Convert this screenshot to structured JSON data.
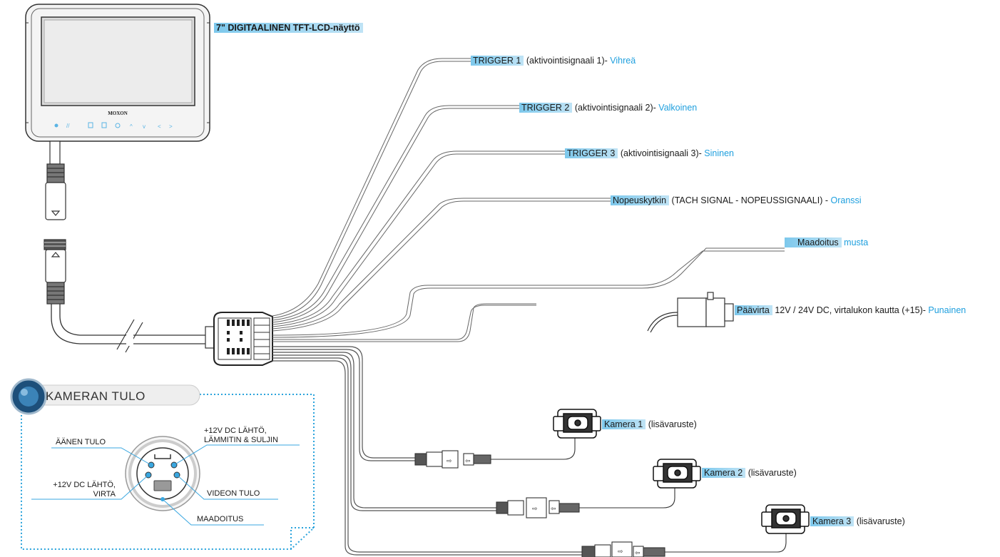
{
  "labels": {
    "display": "7\" DIGITAALINEN TFT-LCD-näyttö",
    "trigger1": {
      "main": "TRIGGER 1",
      "desc": "(aktivointisignaali 1)-",
      "color": "Vihreä"
    },
    "trigger2": {
      "main": "TRIGGER 2",
      "desc": "(aktivointisignaali 2)-",
      "color": "Valkoinen"
    },
    "trigger3": {
      "main": "TRIGGER 3",
      "desc": "(aktivointisignaali 3)-",
      "color": "Sininen"
    },
    "speed": {
      "main": "Nopeuskytkin",
      "desc": "(TACH SIGNAL - NOPEUSSIGNAALI) -",
      "color": "Oranssi"
    },
    "ground": {
      "main": "Maadoitus",
      "color": "musta"
    },
    "power": {
      "main": "Päävirta",
      "desc": "12V / 24V DC, virtalukon kautta (+15)-",
      "color": "Punainen"
    },
    "cam1": {
      "main": "Kamera 1",
      "desc": "(lisävaruste)"
    },
    "cam2": {
      "main": "Kamera 2",
      "desc": "(lisävaruste)"
    },
    "cam3": {
      "main": "Kamera 3",
      "desc": "(lisävaruste)"
    }
  },
  "inset": {
    "title": "KAMERAN TULO",
    "audio_in": "ÄÄNEN TULO",
    "out_heater_line1": "+12V DC LÄHTÖ,",
    "out_heater_line2": "LÄMMITIN & SULJIN",
    "out_power_line1": "+12V DC LÄHTÖ,",
    "out_power_line2": "VIRTA",
    "video_in": "VIDEON TULO",
    "ground": "MAADOITUS"
  },
  "brand": "MOXON",
  "colors": {
    "accent": "#1e9fde",
    "label_bar": "#7dc8ec",
    "line": "#555555"
  }
}
